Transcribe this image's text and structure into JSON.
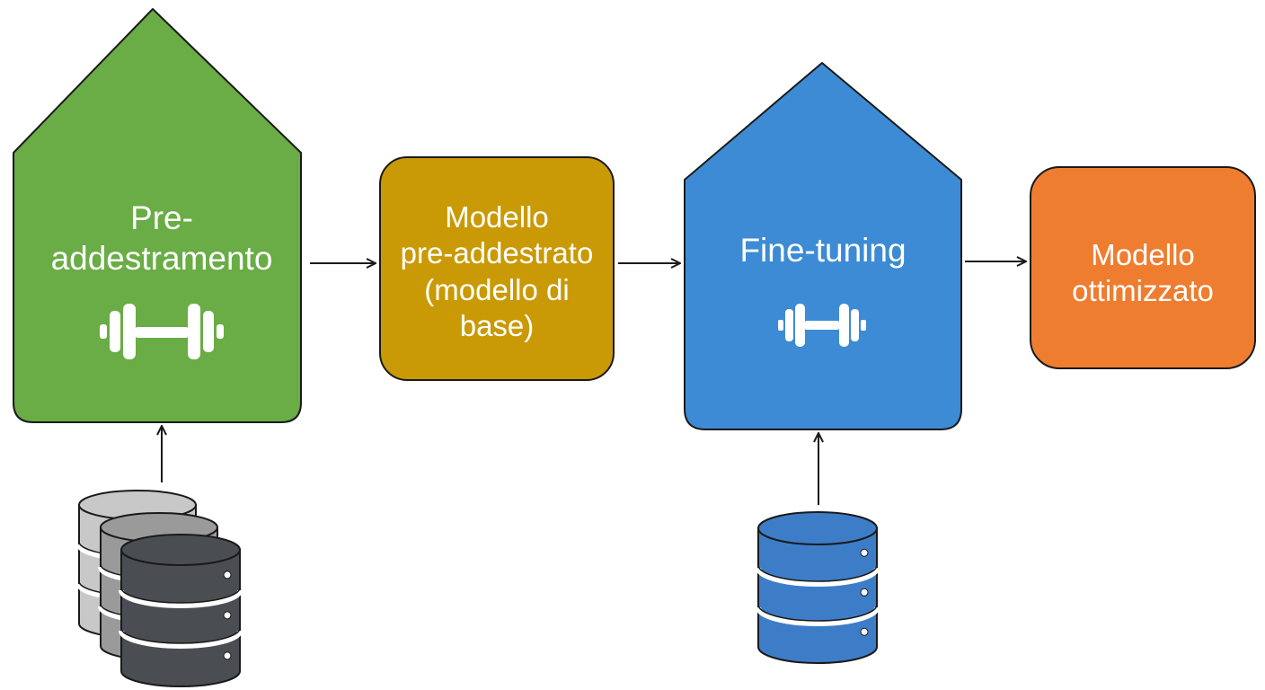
{
  "diagram": {
    "nodes": {
      "pretraining": {
        "lines": [
          "Pre-",
          "addestramento"
        ],
        "color": "#6aac45",
        "icon": "dumbbell-icon"
      },
      "base_model": {
        "lines": [
          "Modello",
          "pre-addestrato",
          "(modello di",
          "base)"
        ],
        "color": "#c99a05"
      },
      "fine_tuning": {
        "lines": [
          "Fine-tuning"
        ],
        "color": "#3d8bd4",
        "icon": "dumbbell-icon"
      },
      "optimized_model": {
        "lines": [
          "Modello",
          "ottimizzato"
        ],
        "color": "#ee7d30"
      }
    },
    "edges": [
      {
        "from": "pretraining",
        "to": "base_model"
      },
      {
        "from": "base_model",
        "to": "fine_tuning"
      },
      {
        "from": "fine_tuning",
        "to": "optimized_model"
      },
      {
        "from": "pretraining_datasets",
        "to": "pretraining"
      },
      {
        "from": "finetuning_dataset",
        "to": "fine_tuning"
      }
    ],
    "datasets": {
      "pretraining_datasets": {
        "icon": "database-stack-icon",
        "colors": [
          "#c8c8c8",
          "#9a9a9a",
          "#4a4d52"
        ]
      },
      "finetuning_dataset": {
        "icon": "database-icon",
        "color": "#3d7dc8"
      }
    },
    "stroke_color": "#1a1a1a"
  }
}
